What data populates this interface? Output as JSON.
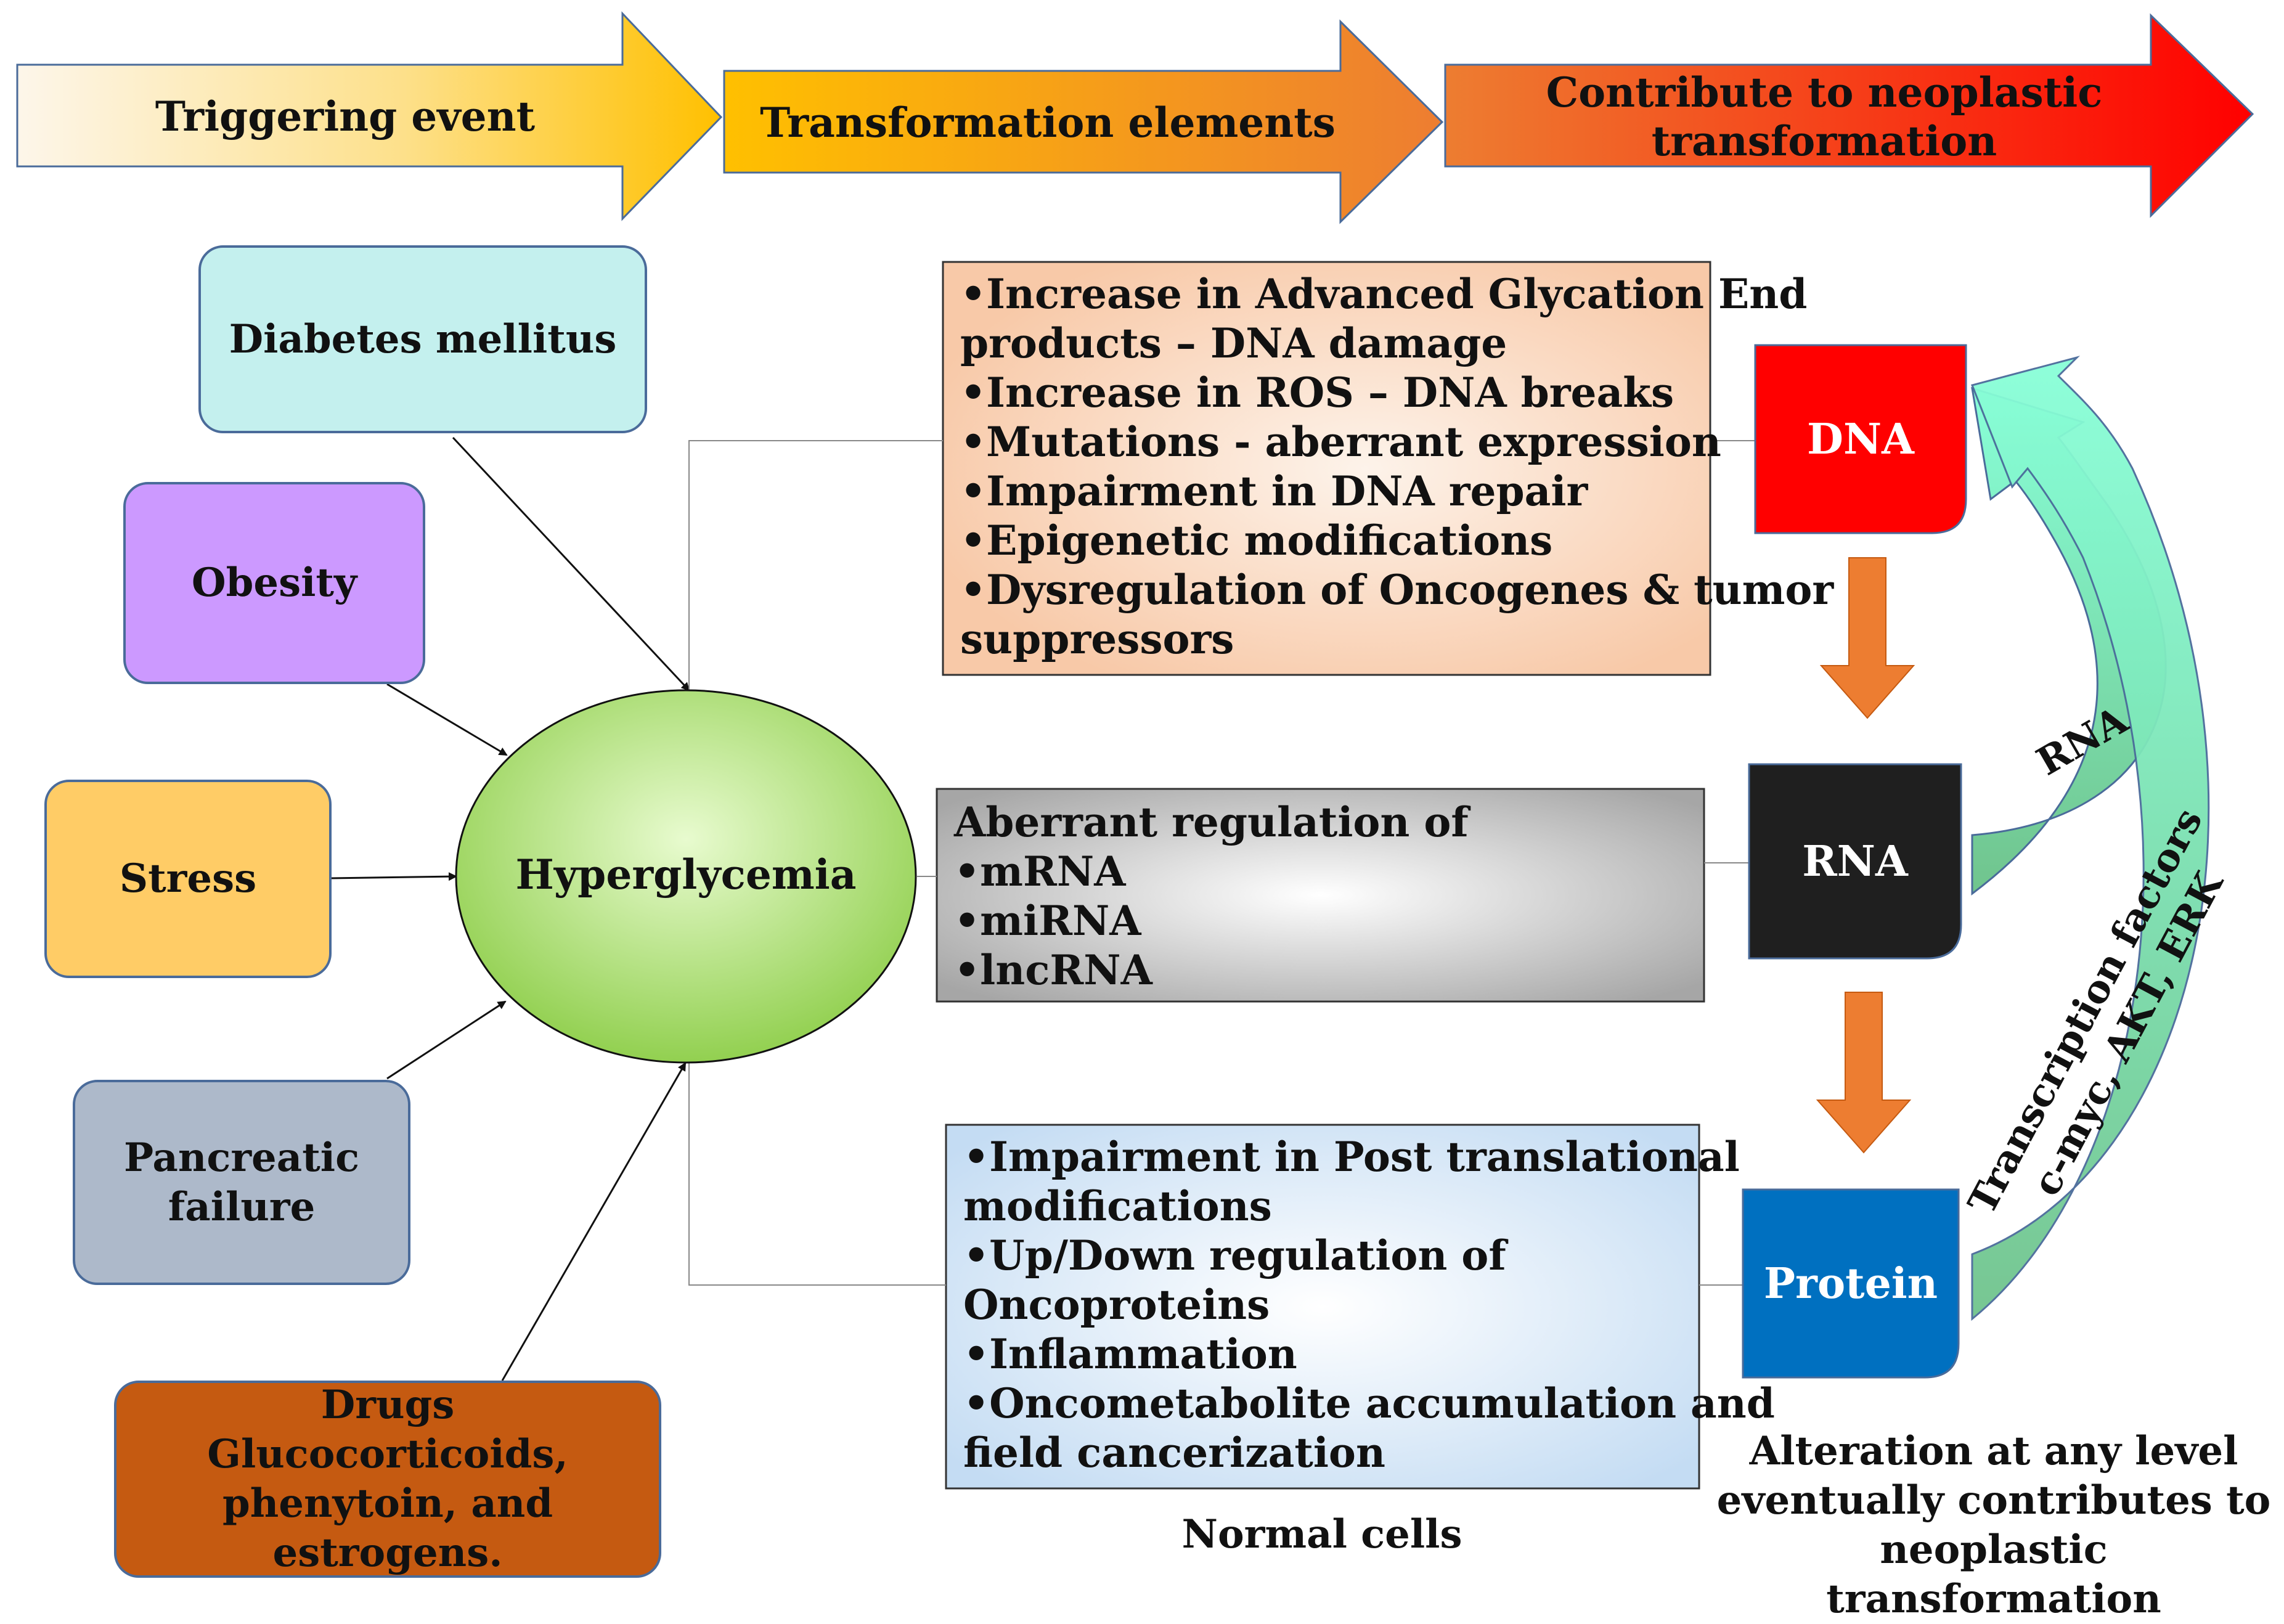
{
  "header": {
    "step1": "Triggering event",
    "step2": "Transformation elements",
    "step3": [
      "Contribute to neoplastic",
      "transformation"
    ]
  },
  "triggers": {
    "diabetes": "Diabetes mellitus",
    "obesity": "Obesity",
    "stress": "Stress",
    "pancreatic": [
      "Pancreatic",
      "failure"
    ],
    "drugs": [
      "Drugs",
      "Glucocorticoids,",
      "phenytoin, and estrogens."
    ]
  },
  "center": {
    "label": "Hyperglycemia"
  },
  "dna_effects": [
    "•Increase in Advanced Glycation End",
    " products – DNA damage",
    "•Increase in ROS – DNA breaks",
    "•Mutations - aberrant expression",
    "•Impairment in DNA repair",
    "•Epigenetic modifications",
    "•Dysregulation of Oncogenes & tumor",
    " suppressors"
  ],
  "rna_effects": [
    "Aberrant regulation of",
    "•mRNA",
    "•miRNA",
    "•lncRNA"
  ],
  "protein_effects": [
    "•Impairment in Post translational",
    " modifications",
    "•Up/Down regulation of",
    " Oncoproteins",
    "•Inflammation",
    "•Oncometabolite accumulation and",
    " field cancerization"
  ],
  "molecules": {
    "dna": "DNA",
    "rna": "RNA",
    "protein": "Protein"
  },
  "curve_labels": {
    "rna": "RNA",
    "tf_line1": "Transcription factors",
    "tf_line2": "c-myc, AKT, ERK"
  },
  "captions": {
    "normal_cells": "Normal cells",
    "alteration": [
      "Alteration at any level",
      "eventually contributes to",
      "neoplastic transformation"
    ]
  },
  "colors": {
    "dna": "#ff0000",
    "rna": "#1f1f1f",
    "protein": "#0070c0",
    "down_arrow": "#ed7d31",
    "curve_arrow": "#7fe0c0"
  }
}
